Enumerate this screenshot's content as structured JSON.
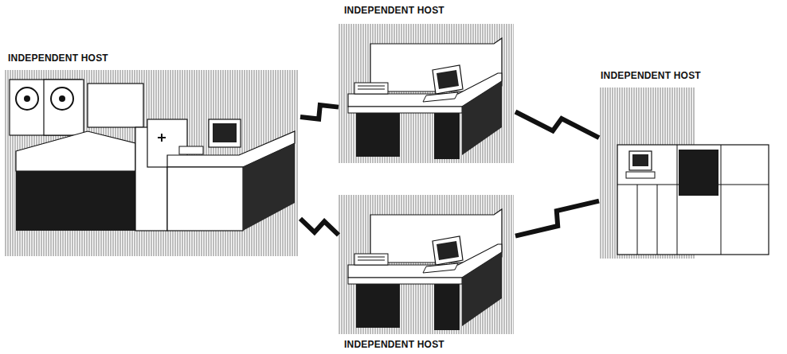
{
  "diagram": {
    "nodes": [
      {
        "text": [
          "INDEPENDENT HOST"
        ]
      },
      {
        "text": [
          "INDEPENDENT HOST"
        ]
      },
      {
        "text": [
          "INDEPENDENT HOST"
        ]
      },
      {
        "text": [
          "INDEPENDENT HOST"
        ]
      }
    ],
    "edges": [
      {
        "from": 1,
        "to": 0,
        "arrow": "none"
      },
      {
        "from": 1,
        "to": 3,
        "arrow": "none"
      },
      {
        "from": 0,
        "to": 2,
        "arrow": "none"
      },
      {
        "from": 3,
        "to": 2,
        "arrow": "none"
      }
    ]
  }
}
